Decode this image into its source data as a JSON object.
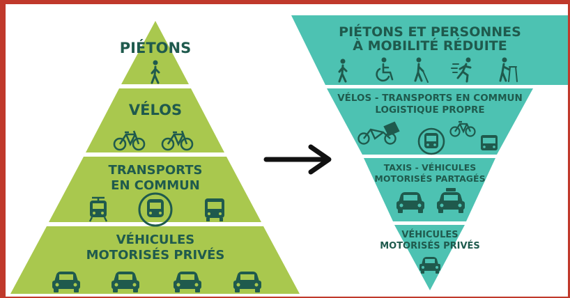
{
  "colors": {
    "border": "#c0392b",
    "background": "#ffffff",
    "green_pyramid": "#a9c84e",
    "teal_pyramid": "#4dc2b2",
    "text_dark": "#1f5a4d",
    "arrow": "#111111"
  },
  "left_pyramid": {
    "tiers": [
      {
        "lines": [
          "PIÉTONS"
        ],
        "icons": [
          "pedestrian-icon"
        ]
      },
      {
        "lines": [
          "VÉLOS"
        ],
        "icons": [
          "bicycle-icon",
          "bicycle-icon"
        ]
      },
      {
        "lines": [
          "TRANSPORTS",
          "EN COMMUN"
        ],
        "icons": [
          "tram-icon",
          "metro-icon",
          "bus-icon"
        ]
      },
      {
        "lines": [
          "VÉHICULES",
          "MOTORISÉS PRIVÉS"
        ],
        "icons": [
          "car-icon",
          "car-icon",
          "car-icon",
          "car-icon"
        ]
      }
    ]
  },
  "arrow": {
    "icon": "right-arrow-icon"
  },
  "right_pyramid": {
    "tiers": [
      {
        "lines": [
          "PIÉTONS ET PERSONNES",
          "À MOBILITÉ RÉDUITE"
        ],
        "icons": [
          "pedestrian-icon",
          "wheelchair-icon",
          "blind-cane-icon",
          "runner-icon",
          "walker-icon"
        ]
      },
      {
        "lines": [
          "VÉLOS - TRANSPORTS EN COMMUN",
          "LOGISTIQUE PROPRE"
        ],
        "icons": [
          "cargo-bike-icon",
          "metro-icon",
          "bicycle-icon",
          "bus-icon"
        ]
      },
      {
        "lines": [
          "TAXIS - VÉHICULES",
          "MOTORISÉS PARTAGÉS"
        ],
        "icons": [
          "car-icon",
          "taxi-icon"
        ]
      },
      {
        "lines": [
          "VÉHICULES",
          "MOTORISÉS PRIVÉS"
        ],
        "icons": [
          "car-icon"
        ]
      }
    ]
  }
}
